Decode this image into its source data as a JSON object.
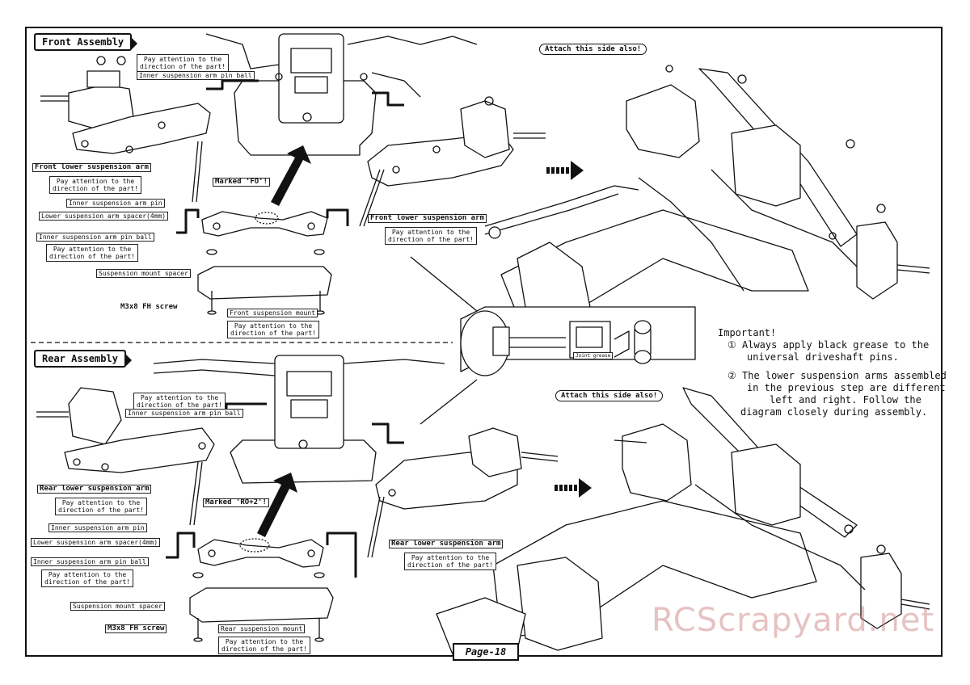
{
  "front": {
    "title": "Front Assembly",
    "pay_attention_a": "Pay attention to the",
    "pay_attention_b": "direction of the part!",
    "inner_pin_ball": "Inner suspension arm pin ball",
    "front_lower_arm": "Front lower suspension arm",
    "inner_pin": "Inner suspension arm pin",
    "spacer": "Lower suspension arm spacer(4mm)",
    "mount_spacer": "Suspension mount spacer",
    "screw": "M3x8 FH screw",
    "mount": "Front suspension mount",
    "marked": "Marked 'FO'!",
    "attach": "Attach this side also!"
  },
  "rear": {
    "title": "Rear Assembly",
    "pay_attention_a": "Pay attention to the",
    "pay_attention_b": "direction of the part!",
    "inner_pin_ball": "Inner suspension arm pin ball",
    "rear_lower_arm": "Rear lower suspension arm",
    "inner_pin": "Inner suspension arm pin",
    "spacer": "Lower suspension arm spacer(4mm)",
    "mount_spacer": "Suspension mount spacer",
    "screw": "M3x8 FH screw",
    "mount": "Rear suspension mount",
    "marked": "Marked 'RO+2'!",
    "attach": "Attach this side also!"
  },
  "joint_grease": "Joint grease",
  "important": {
    "heading": "Important!",
    "item1_num": "①",
    "item1_l1": "Always apply black grease to the",
    "item1_l2": "universal driveshaft pins.",
    "item2_num": "②",
    "item2_l1": "The lower suspension arms assembled",
    "item2_l2": "in the previous step are different",
    "item2_l3": "left and right.  Follow the",
    "item2_l4": "diagram closely during assembly."
  },
  "page_label": "Page-18",
  "watermark": "RCScrapyard.net"
}
